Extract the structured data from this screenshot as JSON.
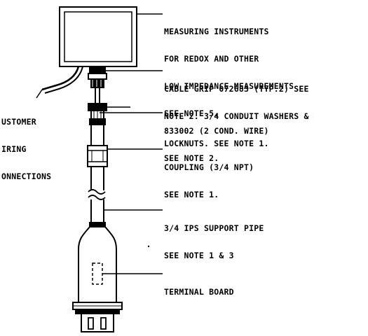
{
  "callouts": {
    "instruments": [
      "MEASURING INSTRUMENTS",
      "FOR REDOX AND OTHER",
      "LOW IMPEDANCE MEASUREMENTS",
      "SEE NOTE 5."
    ],
    "cable_grip": [
      "CABLE GRIP 072683 (TYP.2) SEE",
      "NOTE 2. 3/4 CONDUIT WASHERS &",
      "LOCKNUTS. SEE NOTE 1."
    ],
    "customer_wiring": [
      "USTOMER",
      "IRING",
      "ONNECTIONS"
    ],
    "wire": [
      "833002 (2 COND. WIRE)",
      "SEE NOTE 2."
    ],
    "coupling": [
      "COUPLING (3/4 NPT)",
      "SEE NOTE 1."
    ],
    "support_pipe": [
      "3/4 IPS SUPPORT PIPE",
      "SEE NOTE 1 & 3"
    ],
    "terminal_board": [
      "TERMINAL BOARD"
    ]
  }
}
